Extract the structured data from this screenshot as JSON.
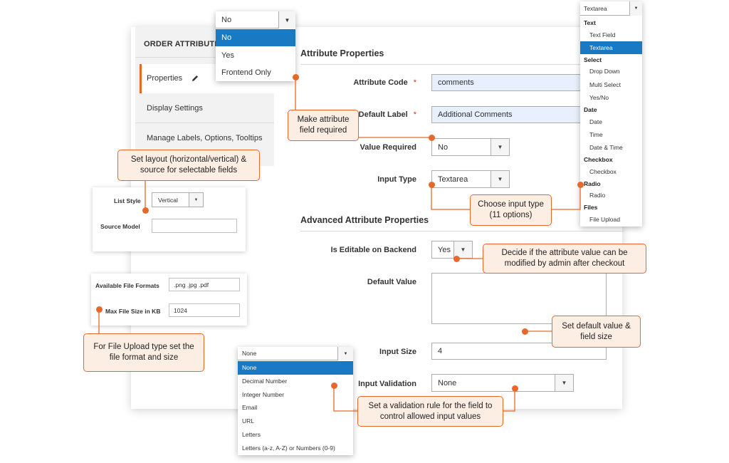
{
  "sidebar": {
    "heading": "ORDER ATTRIBUTE",
    "items": [
      {
        "label": "Properties"
      },
      {
        "label": "Display Settings"
      },
      {
        "label": "Manage Labels, Options, Tooltips"
      }
    ]
  },
  "form": {
    "section_title": "Attribute Properties",
    "attribute_code": {
      "label": "Attribute Code",
      "value": "comments"
    },
    "default_label": {
      "label": "Default Label",
      "value": "Additional Comments"
    },
    "value_required": {
      "label": "Value Required",
      "value": "No"
    },
    "input_type": {
      "label": "Input Type",
      "value": "Textarea"
    },
    "required_mark": "*",
    "advanced_title": "Advanced Attribute Properties",
    "is_editable": {
      "label": "Is Editable on Backend",
      "value": "Yes"
    },
    "default_value": {
      "label": "Default Value",
      "value": ""
    },
    "input_size": {
      "label": "Input Size",
      "value": "4"
    },
    "input_validation": {
      "label": "Input Validation",
      "value": "None"
    }
  },
  "list_style_card": {
    "list_style_label": "List Style",
    "list_style_value": "Vertical",
    "source_model_label": "Source Model",
    "source_model_value": ""
  },
  "file_card": {
    "formats_label": "Available File Formats",
    "formats_value": ".png .jpg .pdf",
    "max_size_label": "Max File Size in KB",
    "max_size_value": "1024"
  },
  "required_dropdown": {
    "selected": "No",
    "options": [
      "No",
      "Yes",
      "Frontend Only"
    ],
    "highlighted": 0
  },
  "input_type_dropdown": {
    "selected": "Textarea",
    "items": [
      {
        "text": "Text",
        "group": true
      },
      {
        "text": "Text Field"
      },
      {
        "text": "Textarea",
        "highlight": true
      },
      {
        "text": "Select",
        "group": true
      },
      {
        "text": "Drop Down"
      },
      {
        "text": "Multi Select"
      },
      {
        "text": "Yes/No"
      },
      {
        "text": "Date",
        "group": true
      },
      {
        "text": "Date"
      },
      {
        "text": "Time"
      },
      {
        "text": "Date & Time"
      },
      {
        "text": "Checkbox",
        "group": true
      },
      {
        "text": "Checkbox"
      },
      {
        "text": "Radio",
        "group": true
      },
      {
        "text": "Radio"
      },
      {
        "text": "Files",
        "group": true
      },
      {
        "text": "File Upload"
      }
    ]
  },
  "validation_dropdown": {
    "selected": "None",
    "options": [
      "None",
      "Decimal Number",
      "Integer Number",
      "Email",
      "URL",
      "Letters",
      "Letters (a-z, A-Z) or Numbers (0-9)"
    ],
    "highlighted": 0
  },
  "callouts": {
    "required": "Make attribute field required",
    "layout": "Set layout (horizontal/vertical) & source for selectable fields",
    "input_type": "Choose input type (11 options)",
    "editable": "Decide if the attribute value can be modified by admin after checkout",
    "default_value": "Set default value & field size",
    "file_upload": "For File Upload type set the file format and size",
    "validation": "Set a validation rule for the field to control allowed input values"
  },
  "icons": {
    "edit": "pencil-icon",
    "arrow": "chevron-down-icon"
  },
  "colors": {
    "accent": "#e8682a",
    "callout_bg": "#fdeee4",
    "selected": "#1979c3"
  }
}
